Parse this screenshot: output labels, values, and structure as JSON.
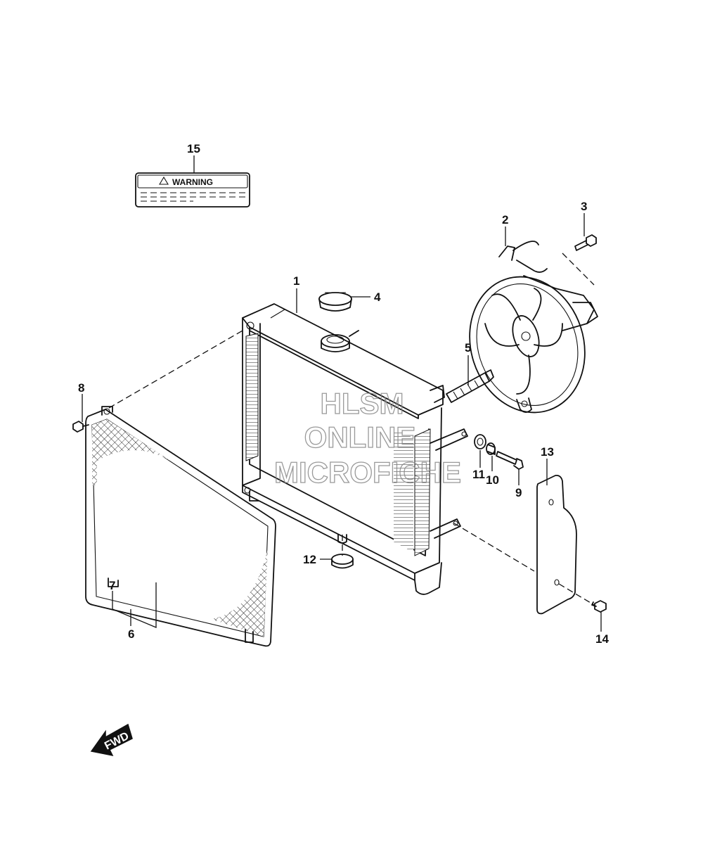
{
  "diagram": {
    "callouts": [
      "1",
      "2",
      "3",
      "4",
      "5",
      "6",
      "7",
      "8",
      "9",
      "10",
      "11",
      "12",
      "13",
      "14",
      "15"
    ],
    "warning_label": {
      "heading": "WARNING"
    },
    "forward_label": "FWD",
    "watermark": {
      "line1": "HLSM",
      "line2": "ONLINE",
      "line3": "MICROFICHE"
    }
  }
}
